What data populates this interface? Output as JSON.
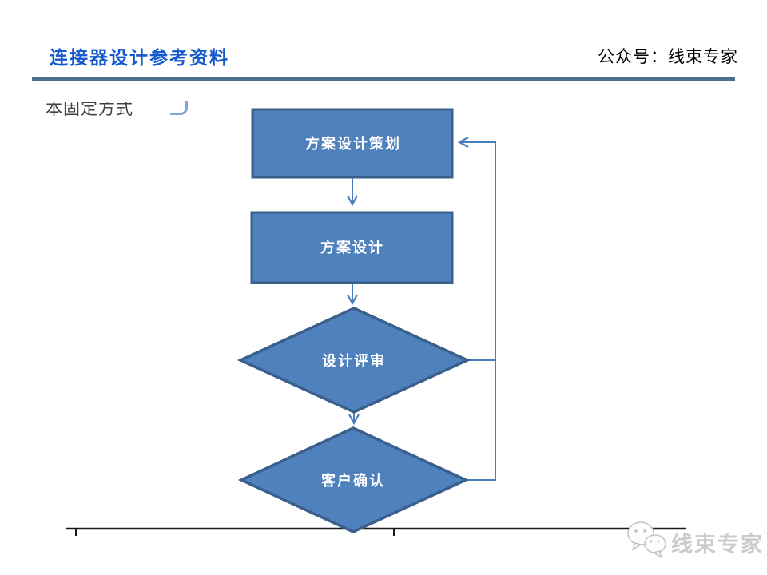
{
  "header": {
    "title": "连接器设计参考资料",
    "account_label": "公众号：线束专家"
  },
  "fragment": {
    "clipped_text": "本固定方式"
  },
  "flowchart": {
    "nodes": [
      {
        "id": "plan",
        "type": "rect",
        "label": "方案设计策划"
      },
      {
        "id": "design",
        "type": "rect",
        "label": "方案设计"
      },
      {
        "id": "review",
        "type": "diamond",
        "label": "设计评审"
      },
      {
        "id": "confirm",
        "type": "diamond",
        "label": "客户确认"
      }
    ],
    "flow_order": [
      "方案设计策划",
      "方案设计",
      "设计评审",
      "客户确认"
    ],
    "feedback_loop": "from 客户确认 / 设计评审 back to 方案设计策划"
  },
  "watermark": {
    "text": "线束专家",
    "icon": "wechat-bubbles-icon"
  },
  "colors": {
    "title_blue": "#1559ce",
    "header_rule": "#4c7093",
    "node_fill": "#4f81bd",
    "node_border": "#3a5f8b",
    "connector": "#4a7ebb",
    "node_label": "#ffffff",
    "baseline": "#1a1a1a",
    "watermark_gray": "#cbcbcb"
  }
}
